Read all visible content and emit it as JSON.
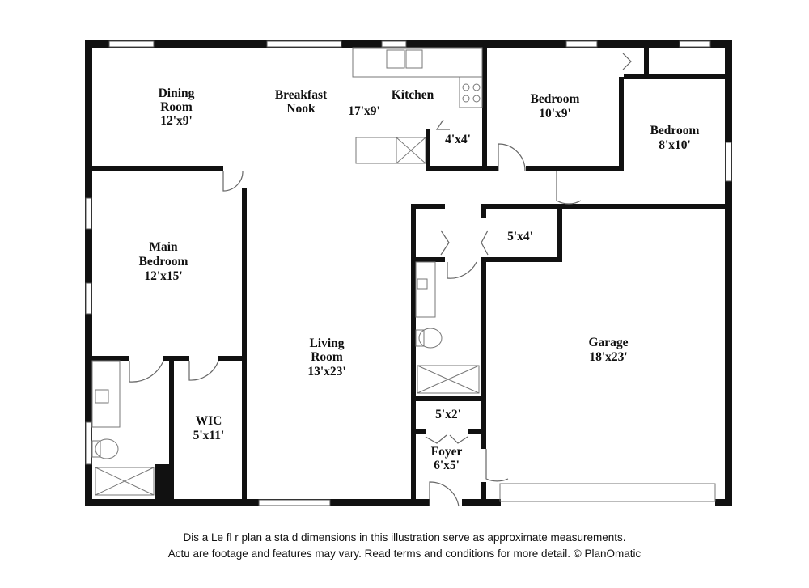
{
  "rooms": {
    "dining": {
      "name_1": "Dining",
      "name_2": "Room",
      "dims": "12'x9'"
    },
    "breakfast": {
      "name_1": "Breakfast",
      "name_2": "Nook"
    },
    "kitchen": {
      "name": "Kitchen",
      "dims": "17'x9'"
    },
    "pantry": {
      "dims": "4'x4'"
    },
    "bedroom_1": {
      "name": "Bedroom",
      "dims": "10'x9'"
    },
    "bedroom_2": {
      "name": "Bedroom",
      "dims": "8'x10'"
    },
    "main_bedroom": {
      "name_1": "Main",
      "name_2": "Bedroom",
      "dims": "12'x15'"
    },
    "closet_hall": {
      "dims": "5'x4'"
    },
    "living": {
      "name_1": "Living",
      "name_2": "Room",
      "dims": "13'x23'"
    },
    "garage": {
      "name": "Garage",
      "dims": "18'x23'"
    },
    "wic": {
      "name": "WIC",
      "dims": "5'x11'"
    },
    "coat_closet": {
      "dims": "5'x2'"
    },
    "foyer": {
      "name": "Foyer",
      "dims": "6'x5'"
    }
  },
  "disclaimer": {
    "line_1": "Dis a   Le fl  r plan a  sta d dimensions in this illustration serve as approximate measurements.",
    "line_2": "Actu    are footage and features may vary. Read terms and conditions for more detail. © PlanOmatic"
  }
}
